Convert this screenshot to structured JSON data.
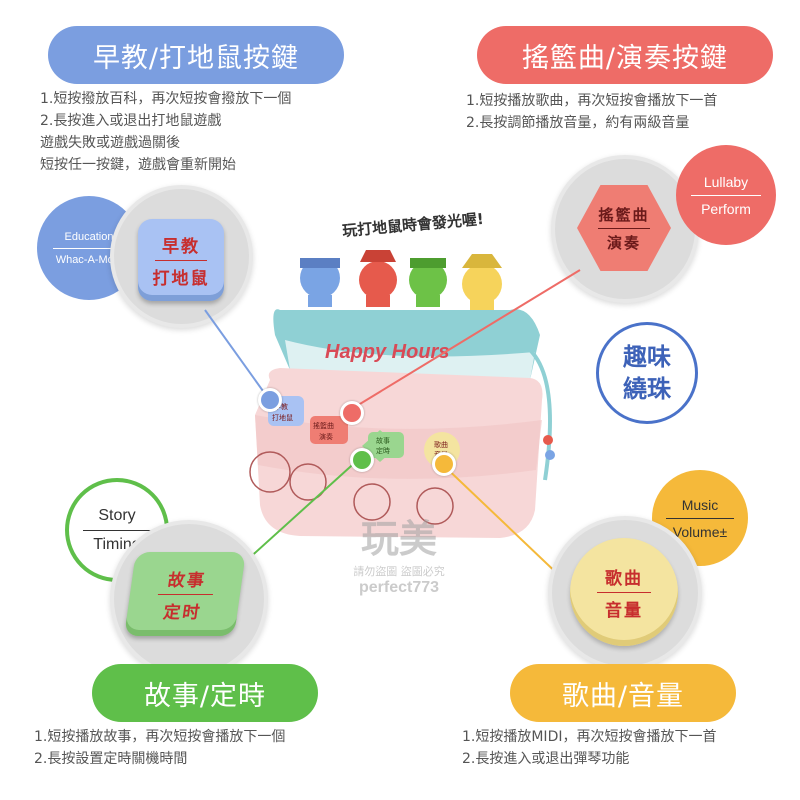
{
  "sections": {
    "education": {
      "title": "早教/打地鼠按鍵",
      "lines": [
        "1.短按撥放百科，再次短按會撥放下一個",
        "2.長按進入或退出打地鼠遊戲",
        "遊戲失敗或遊戲過關後",
        "短按任一按鍵，遊戲會重新開始"
      ],
      "circle_top": "Education",
      "circle_bottom": "Whac-A-Mole",
      "button_top": "早教",
      "button_bottom": "打地鼠",
      "color": "#7b9ee0"
    },
    "lullaby": {
      "title": "搖籃曲/演奏按鍵",
      "lines": [
        "1.短按播放歌曲，再次短按會播放下一首",
        "2.長按調節播放音量，約有兩級音量"
      ],
      "circle_top": "Lullaby",
      "circle_bottom": "Perform",
      "button_top": "搖籃曲",
      "button_bottom": "演奏",
      "color": "#ee6c67"
    },
    "story": {
      "title": "故事/定時",
      "lines": [
        "1.短按播放故事，再次短按會播放下一個",
        "2.長按設置定時關機時間"
      ],
      "circle_top": "Story",
      "circle_bottom": "Timing",
      "button_top": "故事",
      "button_bottom": "定时",
      "color": "#5fbf4a"
    },
    "music": {
      "title": "歌曲/音量",
      "lines": [
        "1.短按播放MIDI，再次短按會播放下一首",
        "2.長按進入或退出彈琴功能"
      ],
      "circle_top": "Music",
      "circle_bottom": "Volume±",
      "button_top": "歌曲",
      "button_bottom": "音量",
      "color": "#f5b93a"
    }
  },
  "callout": "玩打地鼠時會發光喔!",
  "bead_bubble": [
    "趣味",
    "繞珠"
  ],
  "toy_logo": "Happy Hours",
  "toy_buttons": [
    [
      "早教",
      "打地鼠"
    ],
    [
      "搖籃曲",
      "演奏"
    ],
    [
      "故事",
      "定時"
    ],
    [
      "歌曲",
      "音量"
    ]
  ],
  "watermark": [
    "玩美",
    "請勿盜圖 盜圖必究",
    "perfect773"
  ]
}
